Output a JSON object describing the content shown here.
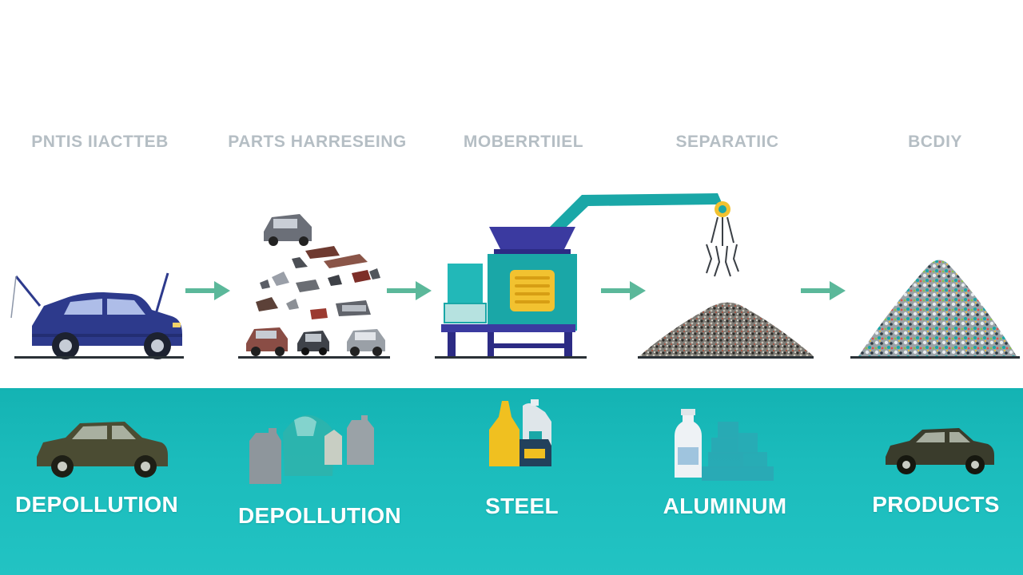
{
  "colors": {
    "teal_band": "#1bbcbc",
    "arrow": "#5bb89a",
    "title_gray": "#b5bec4",
    "car_blue": "#2d3a8c",
    "machine_teal": "#1aa7a7",
    "hopper_navy": "#3b3aa0",
    "vent_yellow": "#f2c230",
    "car_olive": "#4b4c33"
  },
  "stages": [
    {
      "title": "PNTIS IIACTTEB",
      "icon": "car-open-hood-icon"
    },
    {
      "title": "PARTS HARRESEING",
      "icon": "scattered-parts-icon"
    },
    {
      "title": "MOBERRTIIEL",
      "icon": "shredder-machine-icon"
    },
    {
      "title": "SEPARATIIC",
      "icon": "material-pile-icon"
    },
    {
      "title": "BCDIY",
      "icon": "colorful-pile-icon"
    }
  ],
  "outputs": [
    {
      "label": "DEPOLLUTION",
      "icon": "olive-car-icon"
    },
    {
      "label": "DEPOLLUTION",
      "icon": "fluid-containers-icon"
    },
    {
      "label": "STEEL",
      "icon": "bottles-icon"
    },
    {
      "label": "ALUMINUM",
      "icon": "jug-blocks-icon"
    },
    {
      "label": "PRODUCTS",
      "icon": "product-car-icon"
    }
  ]
}
